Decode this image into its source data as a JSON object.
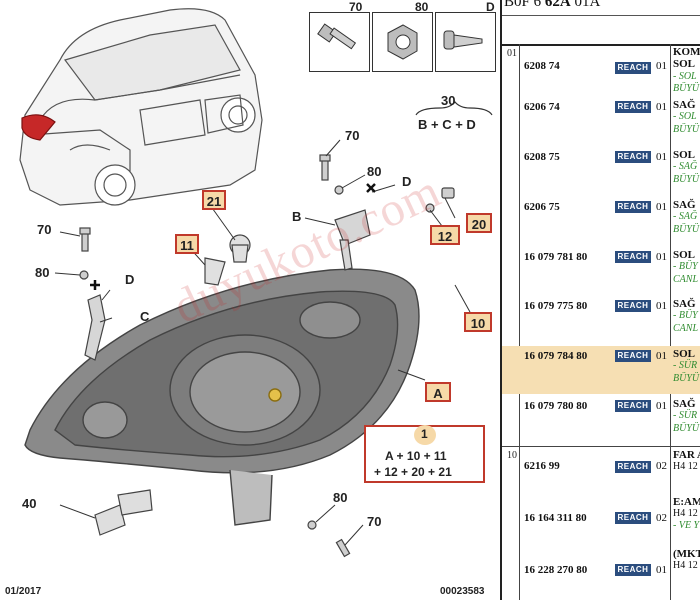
{
  "header": {
    "prefix": "B0F 6 ",
    "bold": "62A",
    "suffix": " 01A"
  },
  "fasteners": [
    {
      "num": "70"
    },
    {
      "num": "80"
    },
    {
      "num": "D"
    }
  ],
  "diagram": {
    "footer_left": "01/2017",
    "footer_right": "00023583",
    "watermark": "duyukoto.com",
    "labels": {
      "n70_top": "70",
      "n80_top": "80",
      "d_top": "D",
      "b": "B",
      "n70_left": "70",
      "n80_left": "80",
      "d_left": "D",
      "c": "C",
      "n40": "40",
      "n80_bottom": "80",
      "n70_bottom": "70",
      "eq30": "30",
      "eq30_formula": "B + C + D"
    },
    "callouts": {
      "c21": "21",
      "c11": "11",
      "c12": "12",
      "c20": "20",
      "c10": "10",
      "cA": "A"
    },
    "assembly": {
      "num": "1",
      "line1": "A + 10 + 11",
      "line2": "+ 12 + 20 + 21"
    }
  },
  "table": {
    "groups": [
      {
        "group": "01",
        "rows": [
          {
            "pn": "6208 74",
            "badge": "REACH",
            "qty": "01",
            "line1": "KOM",
            "line2": "SOL",
            "line3": "- SOL",
            "line4": "BÜYÜ",
            "hl": false
          },
          {
            "pn": "6206 74",
            "badge": "REACH",
            "qty": "01",
            "line1": "SAĞ",
            "line2": "- SOL",
            "line3": "BÜYÜ",
            "hl": false
          },
          {
            "pn": "6208 75",
            "badge": "REACH",
            "qty": "01",
            "line1": "SOL",
            "line2": "- SAĞ",
            "line3": "BÜYÜ",
            "hl": false
          },
          {
            "pn": "6206 75",
            "badge": "REACH",
            "qty": "01",
            "line1": "SAĞ",
            "line2": "- SAĞ",
            "line3": "BÜYÜ",
            "hl": false
          },
          {
            "pn": "16 079 781 80",
            "badge": "REACH",
            "qty": "01",
            "line1": "SOL",
            "line2": "- BÜY",
            "line3": "CANL",
            "hl": false
          },
          {
            "pn": "16 079 775 80",
            "badge": "REACH",
            "qty": "01",
            "line1": "SAĞ",
            "line2": "- BÜY",
            "line3": "CANL",
            "hl": false
          },
          {
            "pn": "16 079 784 80",
            "badge": "REACH",
            "qty": "01",
            "line1": "SOL",
            "line2": "- SÜR",
            "line3": "BÜYÜ",
            "hl": true
          },
          {
            "pn": "16 079 780 80",
            "badge": "REACH",
            "qty": "01",
            "line1": "SAĞ",
            "line2": "- SÜR",
            "line3": "BÜYÜ",
            "hl": false
          }
        ]
      },
      {
        "group": "10",
        "rows": [
          {
            "pn": "6216 99",
            "badge": "REACH",
            "qty": "02",
            "line1": "FAR A",
            "line2": "H4 12",
            "line3": "",
            "hl": false
          },
          {
            "pn": "16 164 311 80",
            "badge": "REACH",
            "qty": "02",
            "line1": "E:AM",
            "line2": "H4 12",
            "line3": "- VE Y",
            "hl": false
          },
          {
            "pn": "16 228 270 80",
            "badge": "REACH",
            "qty": "01",
            "line1": "(MKT",
            "line2": "H4 12",
            "line3": "",
            "hl": false
          }
        ]
      }
    ]
  }
}
